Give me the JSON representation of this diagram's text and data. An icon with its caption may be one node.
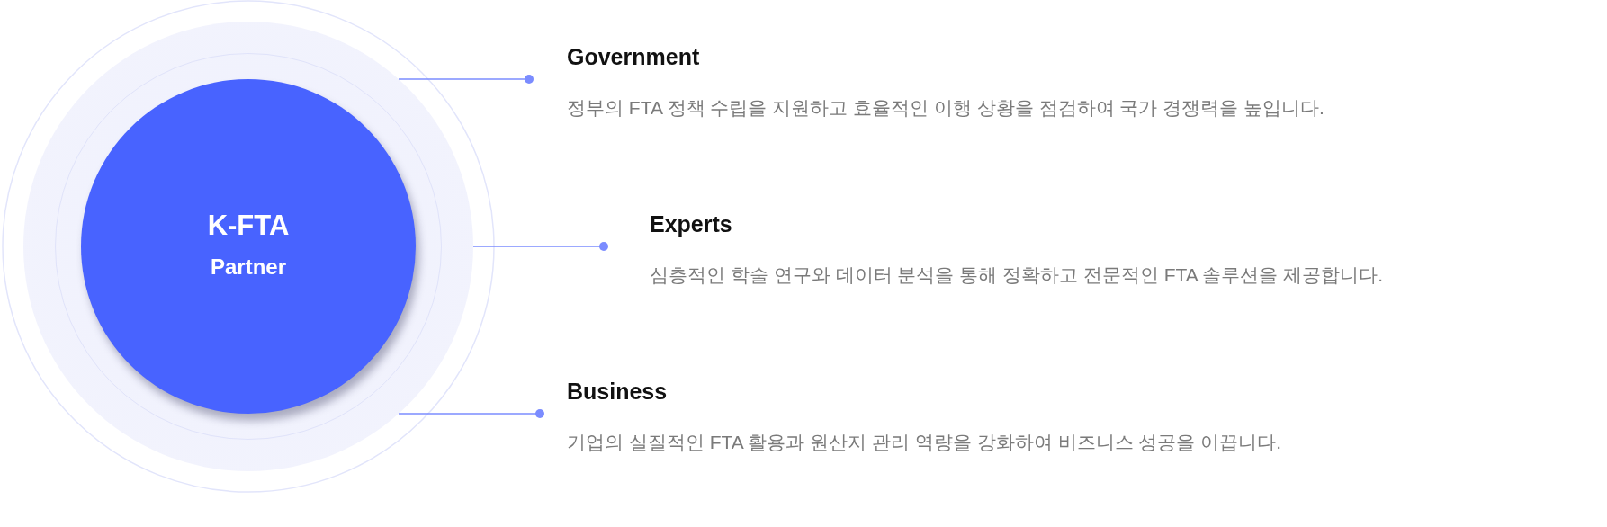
{
  "diagram": {
    "nodes": [
      {
        "text": [
          "K-FTA",
          "Partner"
        ]
      },
      {
        "text": [
          "Government",
          "정부의 FTA 정책 수립을 지원하고 효율적인 이행 상황을 점검하여 국가 경쟁력을 높입니다."
        ]
      },
      {
        "text": [
          "Experts",
          "심층적인 학술 연구와 데이터 분석을 통해 정확하고 전문적인 FTA 솔루션을 제공합니다."
        ]
      },
      {
        "text": [
          "Business",
          "기업의 실질적인 FTA 활용과 원산지 관리 역량을 강화하여 비즈니스 성공을 이끕니다."
        ]
      }
    ],
    "edges": [
      {
        "from": 0,
        "to": 1,
        "arrow": "other"
      },
      {
        "from": 0,
        "to": 2,
        "arrow": "other"
      },
      {
        "from": 0,
        "to": 3,
        "arrow": "other"
      }
    ]
  }
}
